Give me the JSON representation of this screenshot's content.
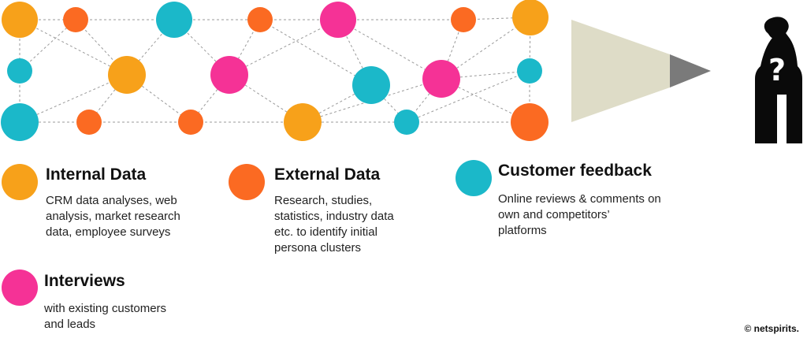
{
  "colors": {
    "orange": "#F7A11A",
    "red_orange": "#FB6A22",
    "teal": "#1BB8C9",
    "pink": "#F53296",
    "cone": "#DEDCC7",
    "cone_tip": "#7A7A7A",
    "line": "#9A9A9A"
  },
  "diagram": {
    "nodes": [
      {
        "color": "orange"
      },
      {
        "color": "red_orange"
      },
      {
        "color": "teal"
      },
      {
        "color": "red_orange"
      },
      {
        "color": "pink"
      },
      {
        "color": "red_orange"
      },
      {
        "color": "orange"
      },
      {
        "color": "teal"
      },
      {
        "color": "orange"
      },
      {
        "color": "pink"
      },
      {
        "color": "teal"
      },
      {
        "color": "pink"
      },
      {
        "color": "teal"
      },
      {
        "color": "teal"
      },
      {
        "color": "red_orange"
      },
      {
        "color": "red_orange"
      },
      {
        "color": "orange"
      },
      {
        "color": "teal"
      },
      {
        "color": "red_orange"
      }
    ],
    "person_icon": "person-with-question-mark-icon"
  },
  "legend": [
    {
      "color": "orange",
      "title": "Internal Data",
      "description": "CRM data analyses, web\nanalysis, market research\ndata, employee surveys"
    },
    {
      "color": "red_orange",
      "title": "External Data",
      "description": "Research, studies,\nstatistics, industry data\netc. to identify initial\npersona clusters"
    },
    {
      "color": "teal",
      "title": "Customer feedback",
      "description": "Online reviews & comments on\nown and competitors’\nplatforms"
    },
    {
      "color": "pink",
      "title": "Interviews",
      "description": "with existing customers\nand leads"
    }
  ],
  "brand": "© netspirits."
}
